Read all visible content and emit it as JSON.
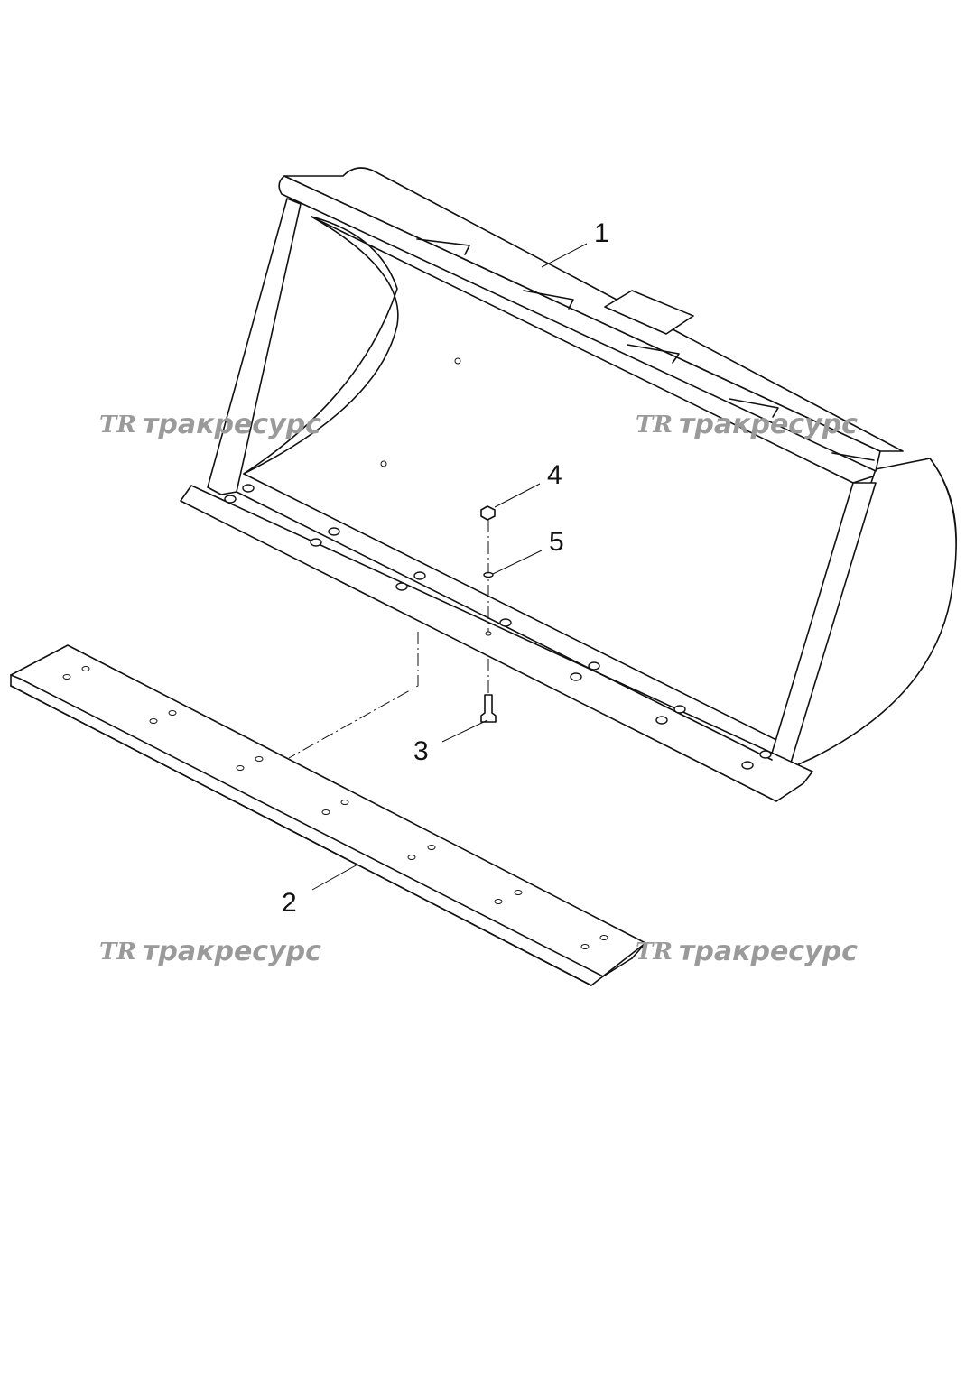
{
  "callouts": {
    "c1": "1",
    "c2": "2",
    "c3": "3",
    "c4": "4",
    "c5": "5"
  },
  "watermark": {
    "logo": "TR",
    "text": "тракресурс"
  }
}
